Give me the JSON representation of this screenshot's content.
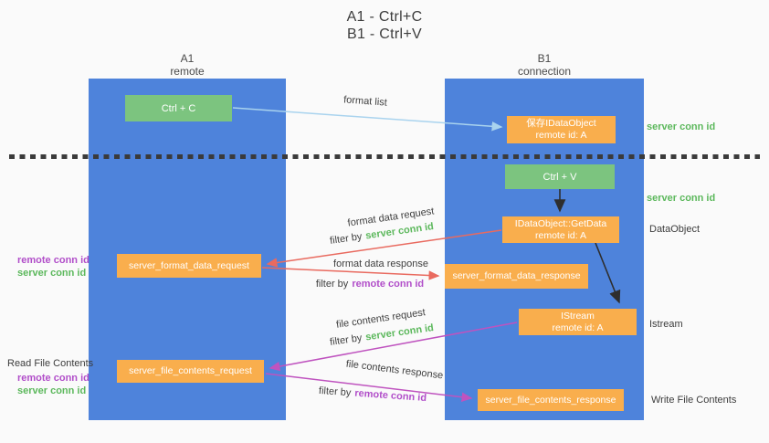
{
  "title": {
    "line1": "A1 - Ctrl+C",
    "line2": "B1 - Ctrl+V"
  },
  "lanes": {
    "a1": {
      "name": "A1",
      "sub": "remote"
    },
    "b1": {
      "name": "B1",
      "sub": "connection"
    }
  },
  "nodes": {
    "ctrl_c": {
      "label": "Ctrl + C"
    },
    "ctrl_v": {
      "label": "Ctrl + V"
    },
    "save_dataobject": {
      "line1": "保存IDataObject",
      "line2": "remote id: A"
    },
    "getdata": {
      "line1": "IDataObject::GetData",
      "line2": "remote id: A"
    },
    "istream": {
      "line1": "IStream",
      "line2": "remote id: A"
    },
    "format_request": {
      "label": "server_format_data_request"
    },
    "format_response": {
      "label": "server_format_data_response"
    },
    "file_request": {
      "label": "server_file_contents_request"
    },
    "file_response": {
      "label": "server_file_contents_response"
    }
  },
  "annotations": {
    "server_conn_id_top": "server conn id",
    "server_conn_id_mid": "server conn id",
    "dataobject": "DataObject",
    "istream": "Istream",
    "read_file_contents": "Read File Contents",
    "write_file_contents": "Write File Contents",
    "left_block_1": {
      "remote": "remote conn id",
      "server": "server conn id"
    },
    "left_block_2": {
      "remote": "remote conn id",
      "server": "server conn id"
    }
  },
  "flows": {
    "format_list": {
      "label": "format list"
    },
    "format_data_request": {
      "label": "format data request",
      "filter_prefix": "filter by",
      "filter_key": "server conn id"
    },
    "format_data_response": {
      "label": "format data response",
      "filter_prefix": "filter by",
      "filter_key": "remote conn id"
    },
    "file_contents_request": {
      "label": "file contents request",
      "filter_prefix": "filter by",
      "filter_key": "server conn id"
    },
    "file_contents_response": {
      "label": "file contents response",
      "filter_prefix": "filter by",
      "filter_key": "remote conn id"
    }
  },
  "colors": {
    "lane_blue": "#4e83db",
    "action_green": "#7cc47f",
    "message_orange": "#f9ae4d",
    "request_response_red": "#e96a5f",
    "file_magenta": "#bf53bf",
    "format_list_blue": "#a9d3ee",
    "black_arrow": "#2e2e2e",
    "green_text": "#5cb85c",
    "purple_text": "#b14ec9",
    "background": "#fafafa"
  }
}
